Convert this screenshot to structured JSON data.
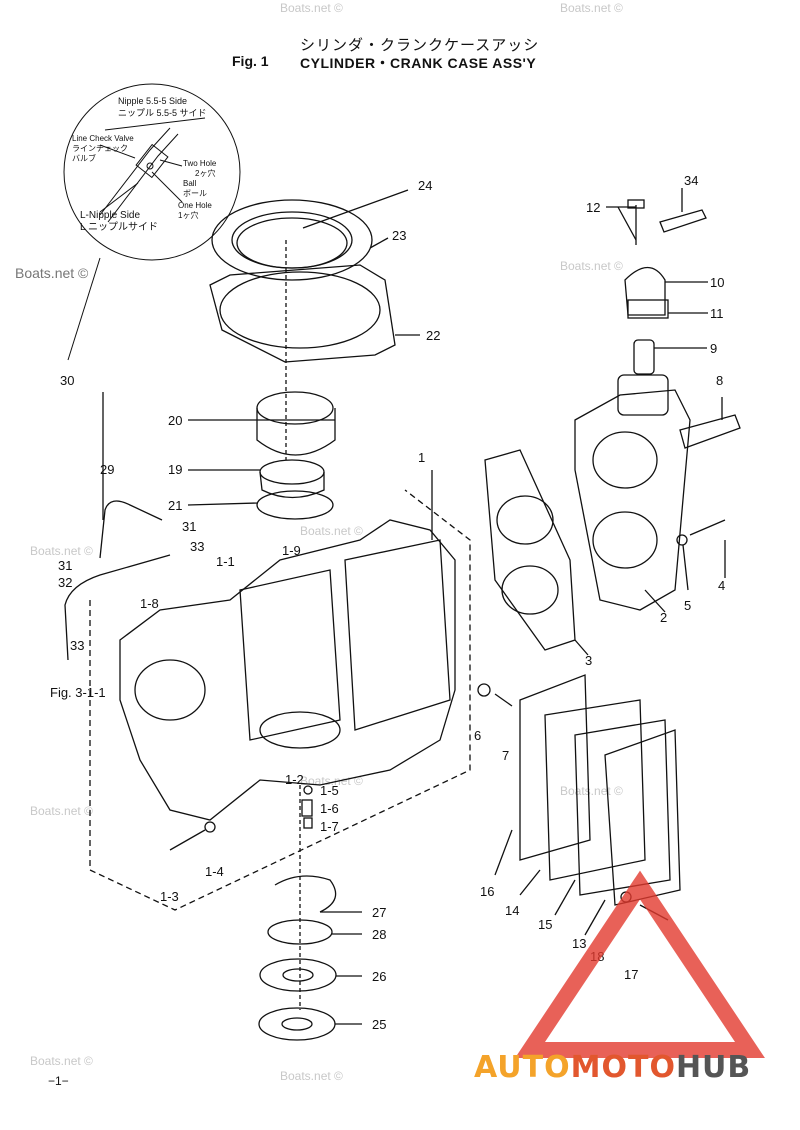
{
  "title_jp": "シリンダ・クランクケースアッシ",
  "fig_label": "Fig. 1",
  "title_en": "CYLINDER・CRANK CASE ASS'Y",
  "inset": {
    "nipple_side": "Nipple 5.5-5 Side",
    "nipple_side_jp": "ニップル 5.5-5 サイド",
    "line_check_valve": "Line Check Valve",
    "line_check_valve_jp1": "ラインチェック",
    "line_check_valve_jp2": "バルブ",
    "two_hole": "Two Hole",
    "two_hole_jp": "2ヶ穴",
    "ball": "Ball",
    "ball_jp": "ボール",
    "one_hole": "One Hole",
    "one_hole_jp": "1ヶ穴",
    "l_nipple_side": "L-Nipple Side",
    "l_nipple_side_jp": "L ニップルサイド"
  },
  "fig_ref": "Fig. 3-1-1",
  "watermark": "Boats.net ©",
  "page_number": "−1−",
  "brand": {
    "part1": "AUTO",
    "part2": "MOTO",
    "part3": "HUB"
  },
  "callouts": [
    "1",
    "1-1",
    "1-2",
    "1-3",
    "1-4",
    "1-5",
    "1-6",
    "1-7",
    "1-8",
    "1-9",
    "2",
    "3",
    "4",
    "5",
    "6",
    "7",
    "8",
    "9",
    "10",
    "11",
    "12",
    "13",
    "14",
    "15",
    "16",
    "17",
    "18",
    "19",
    "20",
    "21",
    "22",
    "23",
    "24",
    "25",
    "26",
    "27",
    "28",
    "29",
    "30",
    "31",
    "31",
    "32",
    "33",
    "33",
    "34"
  ],
  "colors": {
    "ink": "#111111",
    "watermark": "#c8c8c8",
    "brand_orange": "#f4a32a",
    "brand_red": "#e2572e",
    "brand_grey": "#555555",
    "triangle": "#e23a2e"
  }
}
